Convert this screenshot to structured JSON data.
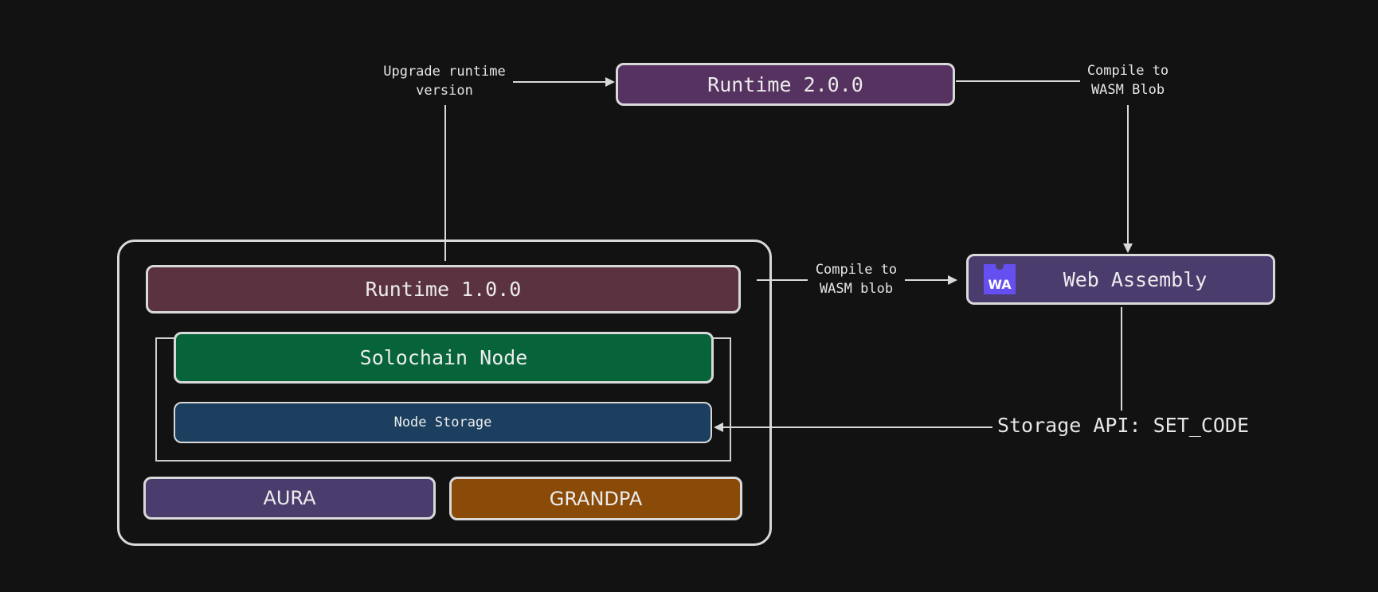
{
  "nodes": {
    "runtime_v2": "Runtime 2.0.0",
    "runtime_v1": "Runtime 1.0.0",
    "solochain_node": "Solochain Node",
    "node_storage": "Node Storage",
    "aura": "AURA",
    "grandpa": "GRANDPA",
    "web_assembly": "Web Assembly",
    "wa_logo_text": "WA"
  },
  "edges": {
    "upgrade_line1": "Upgrade runtime",
    "upgrade_line2": "version",
    "compile_top_line1": "Compile to",
    "compile_top_line2": "WASM Blob",
    "compile_mid_line1": "Compile to",
    "compile_mid_line2": "WASM blob",
    "storage_api": "Storage API: SET_CODE"
  },
  "colors": {
    "background": "#121212",
    "runtime_v2": "#55325f",
    "runtime_v1": "#5b3340",
    "solochain_node": "#06633a",
    "node_storage": "#1c3f5f",
    "aura": "#4a3d6e",
    "grandpa": "#8a4a08",
    "web_assembly": "#4a3d6e",
    "wasm_logo": "#654ff0",
    "stroke": "#d9d9d9"
  },
  "icons": [
    "webassembly-logo-icon"
  ]
}
